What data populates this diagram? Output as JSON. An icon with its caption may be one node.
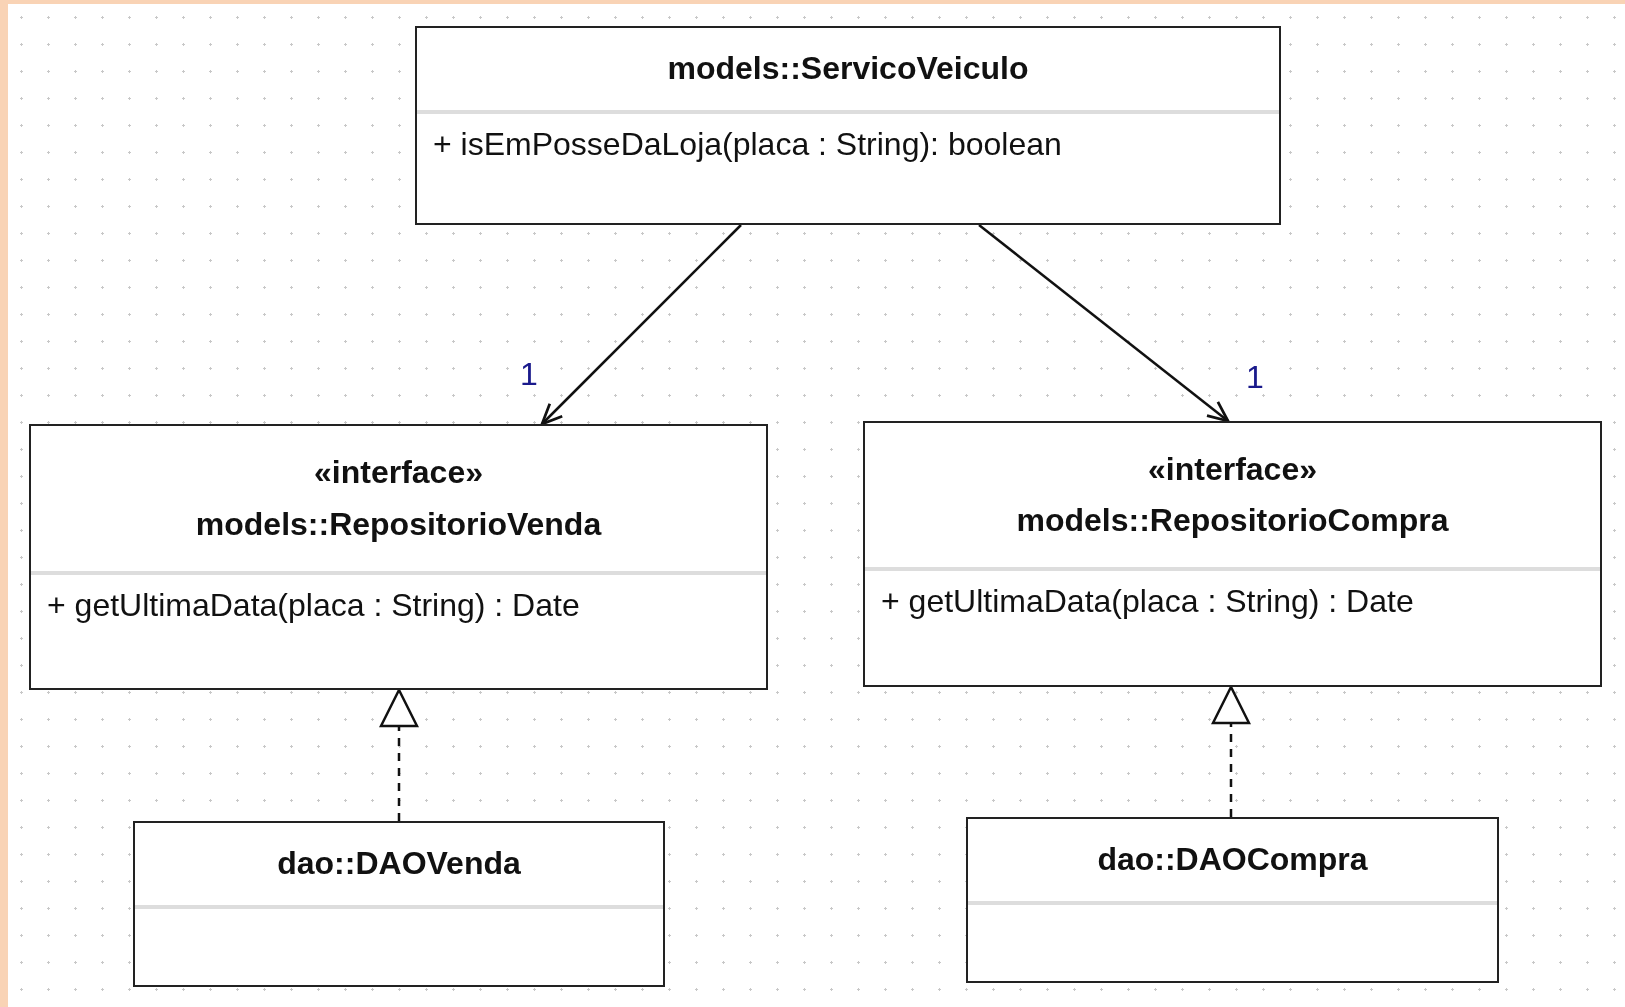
{
  "diagram": {
    "nodes": [
      {
        "text": [
          "models::ServicoVeiculo",
          "+ isEmPosseDaLoja(placa : String): boolean"
        ]
      },
      {
        "text": [
          "«interface»",
          "models::RepositorioVenda",
          "+ getUltimaData(placa : String) : Date"
        ]
      },
      {
        "text": [
          "«interface»",
          "models::RepositorioCompra",
          "+ getUltimaData(placa : String) : Date"
        ]
      },
      {
        "text": [
          "dao::DAOVenda"
        ]
      },
      {
        "text": [
          "dao::DAOCompra"
        ]
      }
    ],
    "edges": [
      {
        "from": 0,
        "to": 1,
        "arrow": "to",
        "label": "1"
      },
      {
        "from": 0,
        "to": 2,
        "arrow": "to",
        "label": "1"
      },
      {
        "from": 3,
        "to": 1,
        "arrow": "to",
        "style": "dashed"
      },
      {
        "from": 4,
        "to": 2,
        "arrow": "to",
        "style": "dashed"
      }
    ]
  }
}
